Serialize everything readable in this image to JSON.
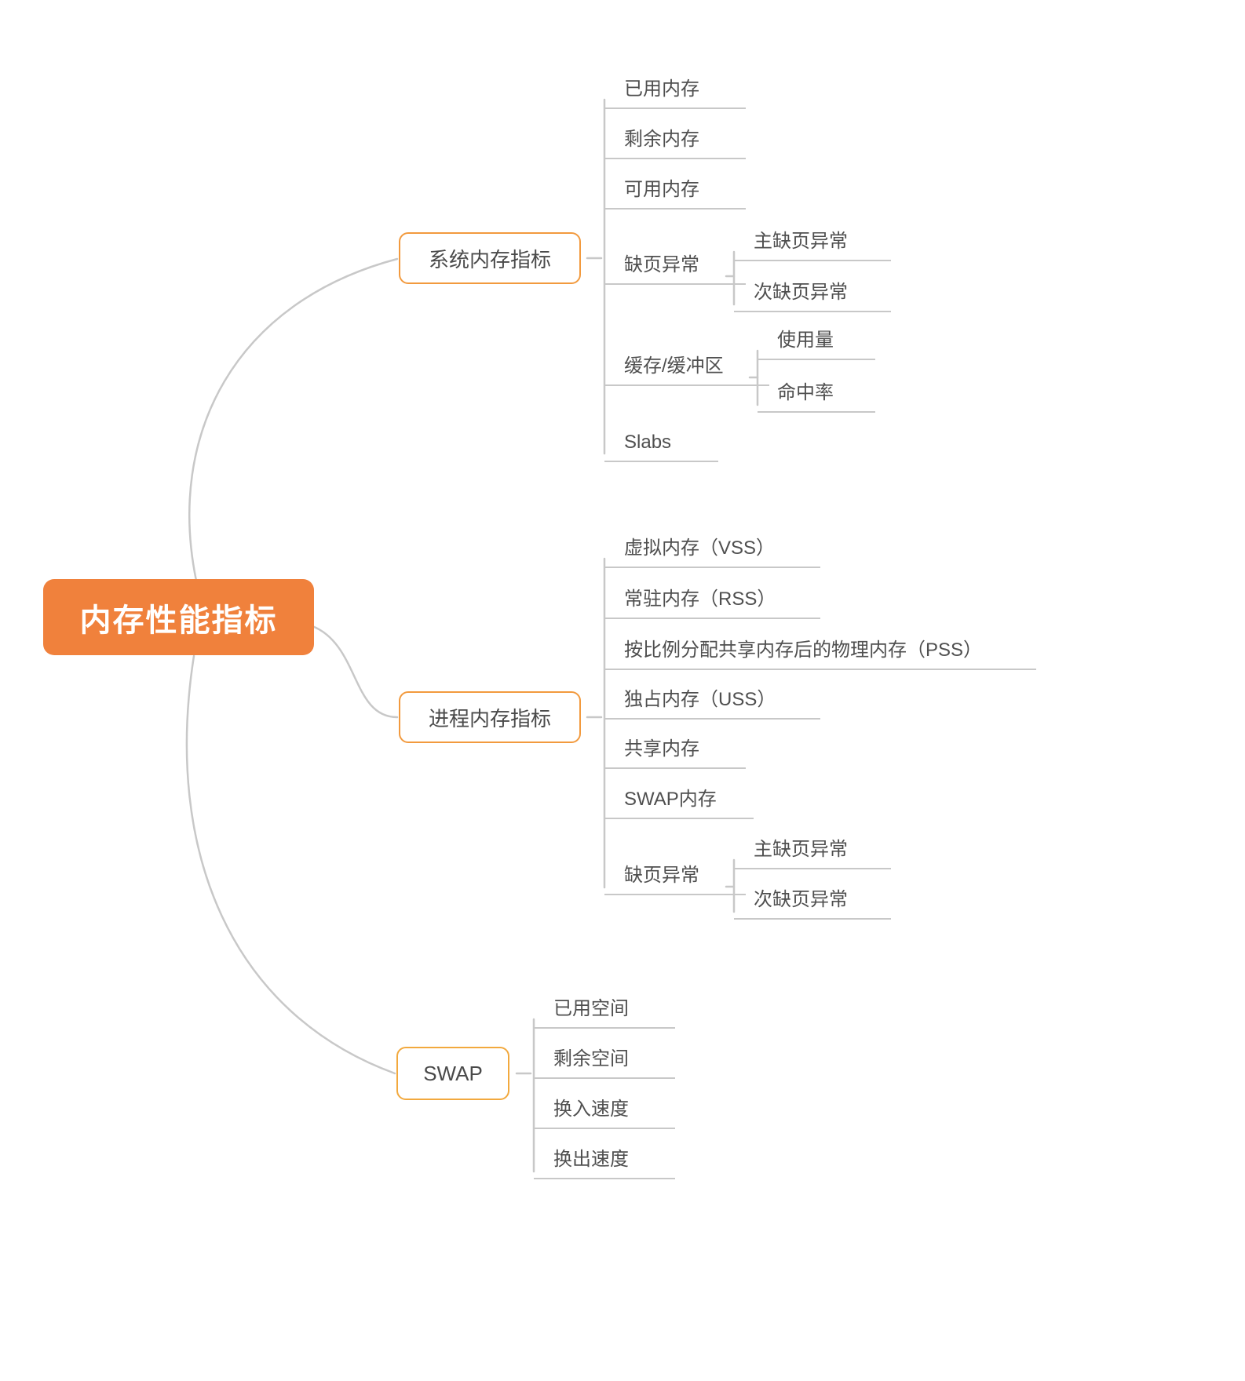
{
  "diagram": {
    "type": "mindmap",
    "root": {
      "label": "内存性能指标"
    },
    "branches": [
      {
        "label": "系统内存指标",
        "children": [
          {
            "label": "已用内存"
          },
          {
            "label": "剩余内存"
          },
          {
            "label": "可用内存"
          },
          {
            "label": "缺页异常",
            "children": [
              {
                "label": "主缺页异常"
              },
              {
                "label": "次缺页异常"
              }
            ]
          },
          {
            "label": "缓存/缓冲区",
            "children": [
              {
                "label": "使用量"
              },
              {
                "label": "命中率"
              }
            ]
          },
          {
            "label": "Slabs"
          }
        ]
      },
      {
        "label": "进程内存指标",
        "children": [
          {
            "label": "虚拟内存（VSS）"
          },
          {
            "label": "常驻内存（RSS）"
          },
          {
            "label": "按比例分配共享内存后的物理内存（PSS）"
          },
          {
            "label": "独占内存（USS）"
          },
          {
            "label": "共享内存"
          },
          {
            "label": "SWAP内存"
          },
          {
            "label": "缺页异常",
            "children": [
              {
                "label": "主缺页异常"
              },
              {
                "label": "次缺页异常"
              }
            ]
          }
        ]
      },
      {
        "label": "SWAP",
        "children": [
          {
            "label": "已用空间"
          },
          {
            "label": "剩余空间"
          },
          {
            "label": "换入速度"
          },
          {
            "label": "换出速度"
          }
        ]
      }
    ],
    "colors": {
      "root_fill": "#F0813C",
      "root_text": "#FFFFFF",
      "branch_border": "#F29A3E",
      "swap_branch_border": "#F2A93E",
      "connector_line": "#C8C8C8",
      "node_text": "#4F4F4F"
    }
  }
}
